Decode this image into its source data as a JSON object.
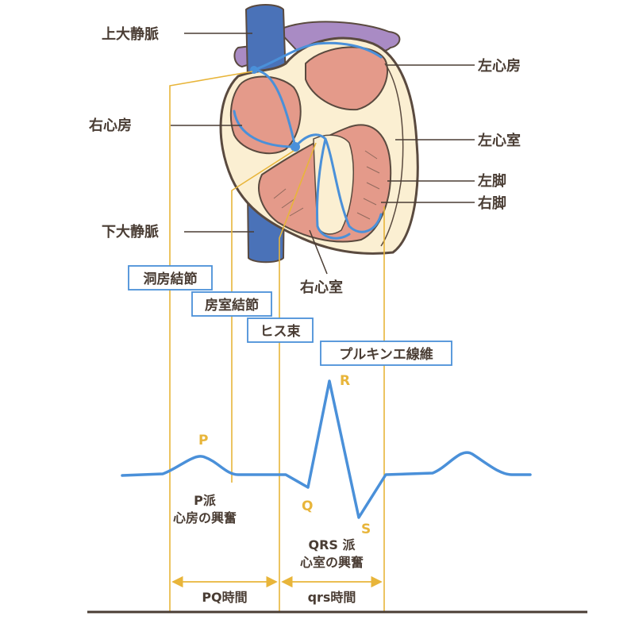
{
  "heart_labels": {
    "superior_vena_cava": "上大静脈",
    "right_atrium": "右心房",
    "inferior_vena_cava": "下大静脈",
    "left_atrium": "左心房",
    "left_ventricle": "左心室",
    "left_bundle": "左脚",
    "right_bundle": "右脚",
    "right_ventricle": "右心室"
  },
  "conduction_labels": {
    "sa_node": "洞房結節",
    "av_node": "房室結節",
    "his_bundle": "ヒス束",
    "purkinje": "プルキンエ線維"
  },
  "ecg": {
    "p": "P",
    "q": "Q",
    "r": "R",
    "s": "S",
    "p_wave_line1": "P派",
    "p_wave_line2": "心房の興奮",
    "qrs_line1": "QRS 派",
    "qrs_line2": "心室の興奮",
    "pq_interval": "PQ時間",
    "qrs_interval": "qrs時間"
  },
  "colors": {
    "ecg_line": "#4a90d9",
    "guide_line": "#e8b53a",
    "label_text": "#4a3d34",
    "box_border": "#4a90d9",
    "heart_outline": "#5a4a3f",
    "vessel_blue": "#4a72b8",
    "vessel_purple": "#a98bc4",
    "chamber_pink": "#e49a8a",
    "heart_cream": "#fbefd2",
    "base_line": "#4a3d34"
  }
}
